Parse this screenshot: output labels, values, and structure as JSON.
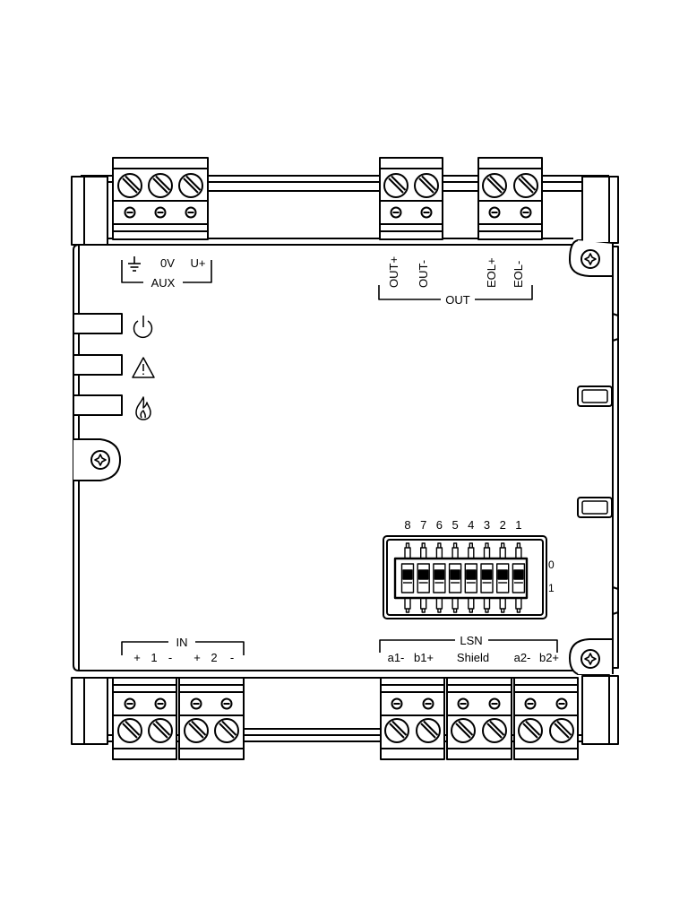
{
  "aux": {
    "ground_icon": "ground-icon",
    "zero_v": "0V",
    "u_plus": "U+",
    "label": "AUX"
  },
  "out": {
    "out_plus": "OUT+",
    "out_minus": "OUT-",
    "eol_plus": "EOL+",
    "eol_minus": "EOL-",
    "label": "OUT"
  },
  "indicators": [
    {
      "icon": "power-icon"
    },
    {
      "icon": "warning-triangle-icon"
    },
    {
      "icon": "flame-icon"
    }
  ],
  "dip_switch": {
    "numbers": [
      "8",
      "7",
      "6",
      "5",
      "4",
      "3",
      "2",
      "1"
    ],
    "state_on": "0",
    "state_off": "1"
  },
  "in": {
    "label": "IN",
    "plus1": "+",
    "one": "1",
    "minus1": "-",
    "plus2": "+",
    "two": "2",
    "minus2": "-"
  },
  "lsn": {
    "label": "LSN",
    "a1": "a1-",
    "b1": "b1+",
    "shield": "Shield",
    "a2": "a2-",
    "b2": "b2+"
  },
  "colors": {
    "stroke": "#000000",
    "background": "#ffffff"
  }
}
